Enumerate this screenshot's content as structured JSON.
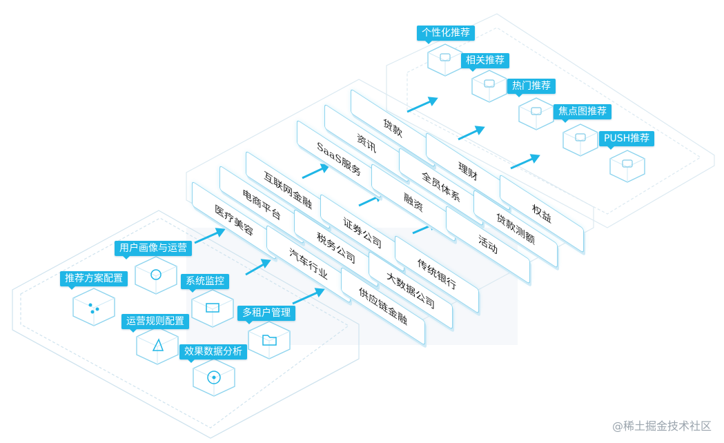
{
  "features": [
    {
      "id": "persona",
      "label": "用户画像与运营",
      "icon": "user-head-icon"
    },
    {
      "id": "recommend_config",
      "label": "推荐方案配置",
      "icon": "nodes-icon"
    },
    {
      "id": "monitor",
      "label": "系统监控",
      "icon": "monitor-icon"
    },
    {
      "id": "rules",
      "label": "运营规则配置",
      "icon": "triangle-icon"
    },
    {
      "id": "tenant",
      "label": "多租户管理",
      "icon": "folder-icon"
    },
    {
      "id": "analysis",
      "label": "效果数据分析",
      "icon": "graph-icon"
    }
  ],
  "industries": [
    {
      "label": "医疗美容"
    },
    {
      "label": "电商平台"
    },
    {
      "label": "互联网金融"
    },
    {
      "label": "SaaS服务"
    },
    {
      "label": "资讯"
    },
    {
      "label": "贷款"
    },
    {
      "label": "汽车行业"
    },
    {
      "label": "税务公司"
    },
    {
      "label": "证券公司"
    },
    {
      "label": "融资"
    },
    {
      "label": "全员体系"
    },
    {
      "label": "理财"
    },
    {
      "label": "供应链金融"
    },
    {
      "label": "大数据公司"
    },
    {
      "label": "传统银行"
    },
    {
      "label": "活动"
    },
    {
      "label": "贷款测额"
    },
    {
      "label": "权益"
    }
  ],
  "outputs": [
    {
      "label": "个性化推荐",
      "icon": "cube-icon"
    },
    {
      "label": "相关推荐",
      "icon": "cube-icon"
    },
    {
      "label": "热门推荐",
      "icon": "cube-icon"
    },
    {
      "label": "焦点图推荐",
      "icon": "cube-icon"
    },
    {
      "label": "PUSH推荐",
      "icon": "cube-icon"
    }
  ],
  "watermark": "@稀土掘金技术社区",
  "colors": {
    "accent": "#1fb6e6",
    "card_border": "#8ed4ee",
    "platform_line": "#cfe3ee"
  }
}
